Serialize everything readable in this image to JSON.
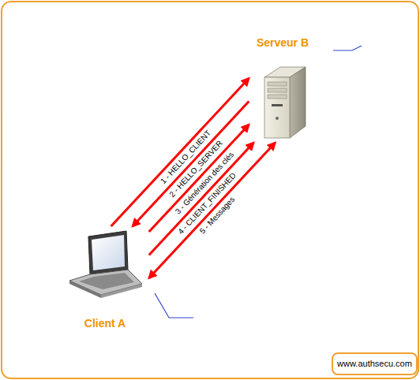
{
  "diagram": {
    "nodes": [
      {
        "text": [
          "Serveur B"
        ]
      },
      {
        "text": [
          "Client A"
        ]
      },
      {
        "text": [
          "www.authsecu.com"
        ]
      }
    ],
    "edges": [
      {
        "from": 1,
        "to": 0,
        "arrow": "to",
        "label": "1 - HELLO_CLIENT"
      },
      {
        "from": 0,
        "to": 1,
        "arrow": "to",
        "label": "2 - HELLO_SERVER"
      },
      {
        "from": 1,
        "to": 0,
        "arrow": "to",
        "label": "3 - Génération des clés"
      },
      {
        "from": 1,
        "to": 0,
        "arrow": "to",
        "label": "4 - CLIENT_FINISHED"
      },
      {
        "from": 1,
        "to": 0,
        "arrow": "both",
        "label": "5 - Messages"
      }
    ]
  }
}
